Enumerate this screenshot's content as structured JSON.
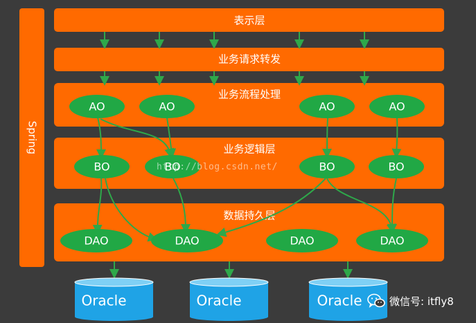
{
  "diagram": {
    "side_label": "Spring",
    "layers": {
      "presentation": "表示层",
      "dispatch": "业务请求转发",
      "process": "业务流程处理",
      "logic": "业务逻辑层",
      "data": "数据持久层"
    },
    "nodes": {
      "ao": [
        "AO",
        "AO",
        "AO",
        "AO"
      ],
      "bo": [
        "BO",
        "BO",
        "BO",
        "BO"
      ],
      "dao": [
        "DAO",
        "DAO",
        "DAO",
        "DAO"
      ]
    },
    "databases": [
      "Oracle",
      "Oracle",
      "Oracle"
    ],
    "colors": {
      "background": "#3b3b3b",
      "layer": "#ff6a00",
      "node": "#21a845",
      "arrow": "#2ea84a",
      "database": "#1fa3e6",
      "text": "#ffffff"
    }
  },
  "watermark": "http://blog.csdn.net/",
  "footer": {
    "wechat_icon": "wechat-icon",
    "wechat_label": "微信号: itfly8"
  }
}
